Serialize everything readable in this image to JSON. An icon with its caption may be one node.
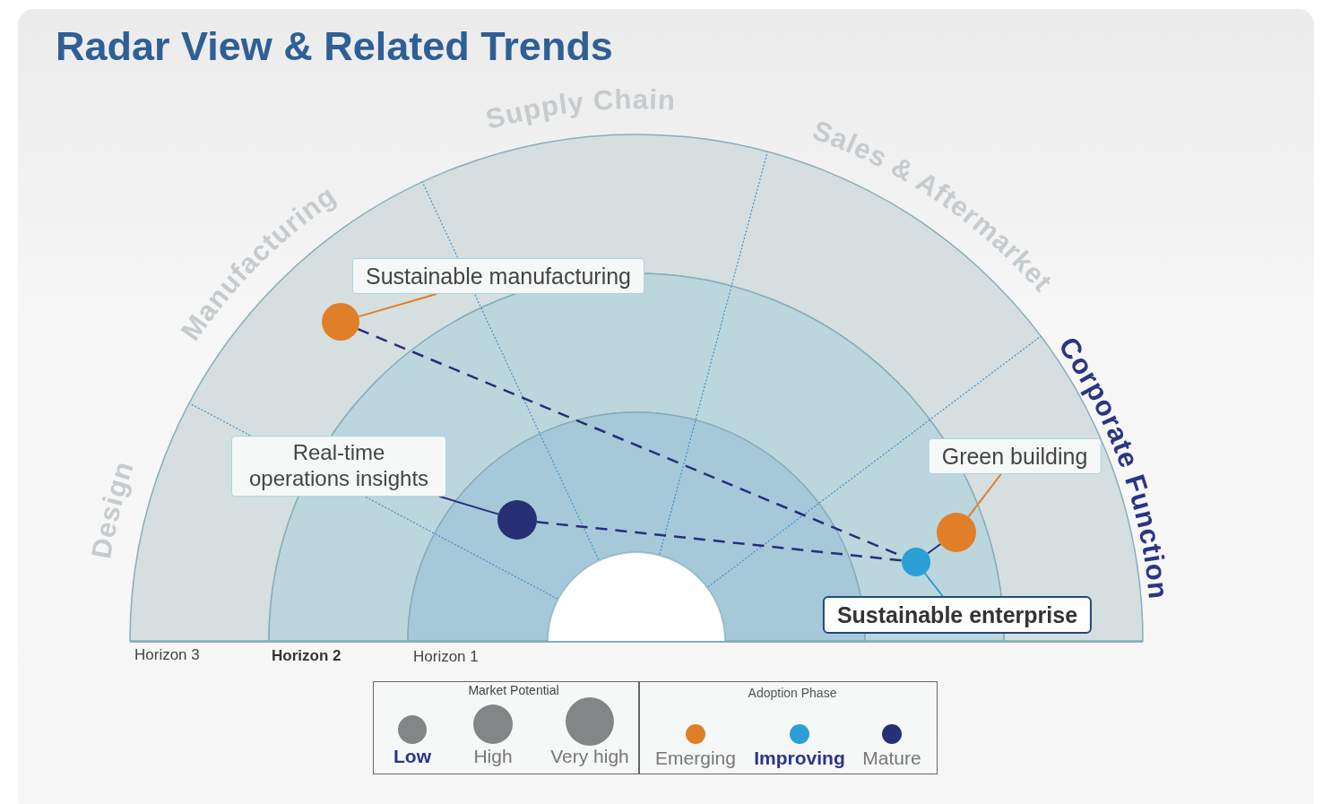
{
  "diagram": {
    "title": "Radar View & Related Trends",
    "nodes": [
      {
        "text": [
          "Sustainable manufacturing"
        ]
      },
      {
        "text": [],
        "shape": "circle"
      },
      {
        "text": [
          "Real-time operations insights"
        ]
      },
      {
        "text": [],
        "shape": "circle"
      },
      {
        "text": [
          "Green building"
        ]
      },
      {
        "text": [],
        "shape": "circle"
      },
      {
        "text": [],
        "shape": "circle"
      },
      {
        "text": [
          "Sustainable enterprise"
        ]
      },
      {
        "text": [],
        "shape": "semicircle"
      }
    ],
    "edges": [
      {
        "from": 0,
        "to": 1,
        "arrow": "none",
        "color": "#e07f27"
      },
      {
        "from": 2,
        "to": 3,
        "arrow": "none"
      },
      {
        "from": 4,
        "to": 5,
        "arrow": "none",
        "color": "#e07f27"
      },
      {
        "from": 7,
        "to": 6,
        "arrow": "none",
        "color": "#2b9ed6"
      },
      {
        "from": 1,
        "to": 6,
        "arrow": "none",
        "style": "dashed"
      },
      {
        "from": 3,
        "to": 6,
        "arrow": "none",
        "style": "dashed"
      },
      {
        "from": 5,
        "to": 6,
        "arrow": "none"
      }
    ],
    "labels": [
      "Design",
      "Manufacturing",
      "Supply Chain",
      "Sales & Aftermarket",
      "Corporate Function",
      "Horizon 3",
      "Horizon 2",
      "Horizon 1",
      "Market Potential",
      "Adoption Phase"
    ],
    "legend": [
      {
        "text": "Low"
      },
      {
        "text": "High"
      },
      {
        "text": "Very high"
      },
      {
        "text": "Emerging",
        "color": "#e07f27"
      },
      {
        "text": "Improving",
        "color": "#2b9ed6"
      },
      {
        "text": "Mature",
        "color": "#272f75"
      }
    ]
  }
}
